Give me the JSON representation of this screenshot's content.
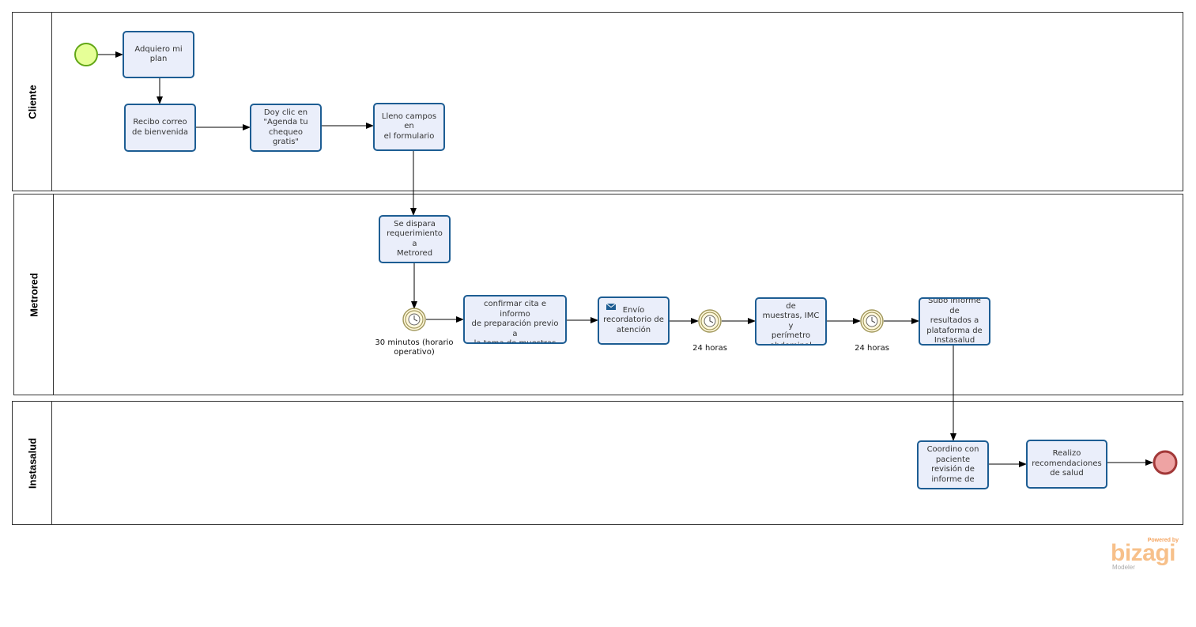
{
  "diagram": {
    "lanes": [
      {
        "id": "cliente",
        "label": "Cliente"
      },
      {
        "id": "metrored",
        "label": "Metrored"
      },
      {
        "id": "instasalud",
        "label": "Instasalud"
      }
    ],
    "tasks": {
      "t1": "Adquiero mi\nplan",
      "t2": "Recibo correo\nde bienvenida",
      "t3": "Doy clic en\n\"Agenda tu\nchequeo gratis\"",
      "t4": "Lleno campos en\nel formulario",
      "t5": "Se dispara\nrequerimiento a\nMetrored",
      "t6": "Llamo a afiliado a\nconfirmar cita e informo\nde preparación previo a\nla toma de muestras",
      "t7": "Envío\nrecordatorio de\natención",
      "t8": "Realizo toma de\nmuestras, IMC y\nperímetro\nabdominal",
      "t9": "Subo informe de\nresultados a\nplataforma de\nInstasalud",
      "t10": "Coordino con\npaciente\nrevisión de\ninforme de",
      "t11": "Realizo\nrecomendaciones\nde salud"
    },
    "event_labels": {
      "timer1": "30 minutos (horario\noperativo)",
      "timer2": "24 horas",
      "timer3": "24 horas"
    },
    "icons": {
      "start": "start-event-icon",
      "end": "end-event-icon",
      "timer": "timer-event-icon",
      "message": "message-envelope-icon"
    },
    "colors": {
      "task_fill": "#eaeefa",
      "task_border": "#1d5d93",
      "start_fill": "#e6ff97",
      "start_border": "#62a716",
      "end_fill": "#eea3a3",
      "end_border": "#a23838",
      "timer_fill": "#fff8dc",
      "timer_border": "#a39a5f",
      "edge": "#000000"
    }
  },
  "branding": {
    "powered_by": "Powered by",
    "name": "bizagi",
    "product": "Modeler"
  }
}
